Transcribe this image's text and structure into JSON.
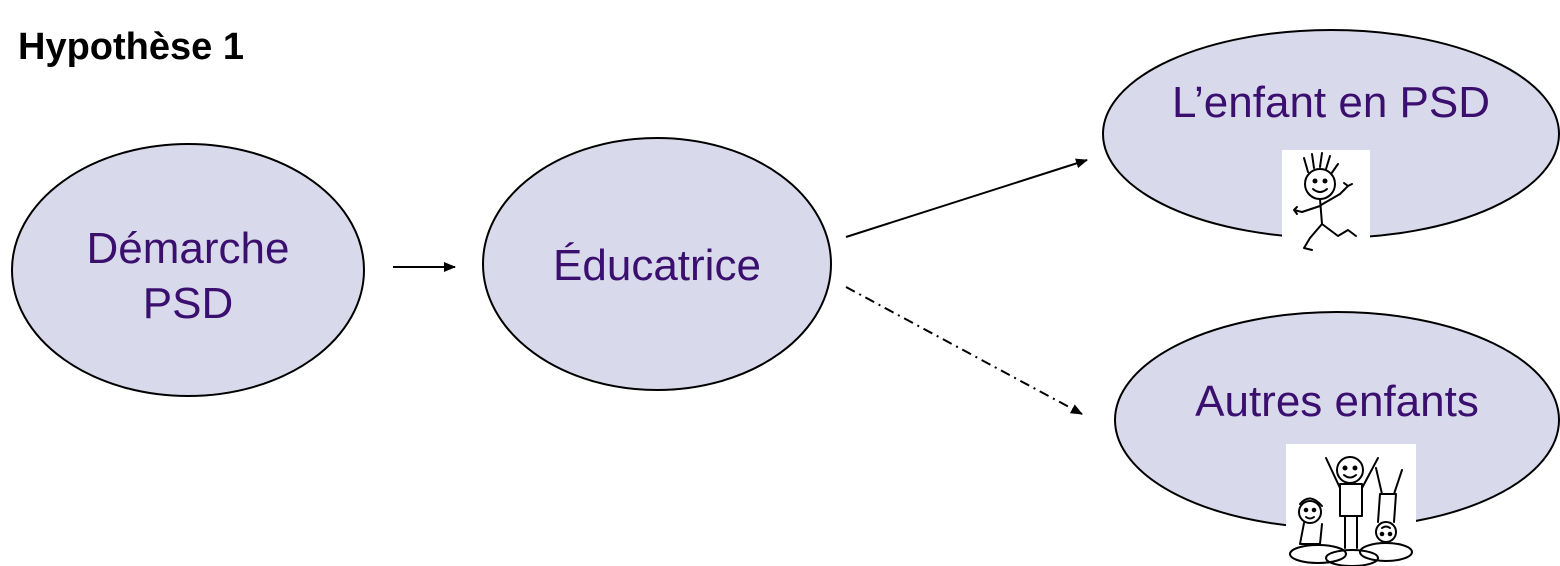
{
  "title": "Hypothèse 1",
  "colors": {
    "node_fill": "#d9d9ec",
    "node_stroke": "#000000",
    "node_text": "#3a0f6e",
    "arrow": "#000000"
  },
  "nodes": {
    "demarche": {
      "line1": "Démarche",
      "line2": "PSD"
    },
    "educatrice": {
      "label": "Éducatrice"
    },
    "enfant_psd": {
      "label": "L’enfant en PSD",
      "illustration": "child-drawing-icon"
    },
    "autres_enfants": {
      "label": "Autres enfants",
      "illustration": "children-group-drawing-icon"
    }
  },
  "edges": [
    {
      "from": "demarche",
      "to": "educatrice",
      "style": "solid"
    },
    {
      "from": "educatrice",
      "to": "enfant_psd",
      "style": "solid"
    },
    {
      "from": "educatrice",
      "to": "autres_enfants",
      "style": "dash-dot"
    }
  ]
}
